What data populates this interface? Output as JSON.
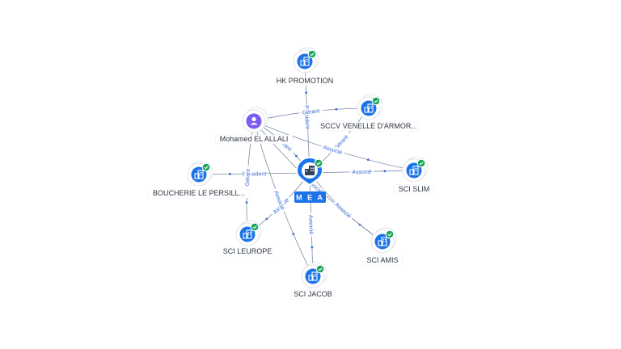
{
  "colors": {
    "edge": "#7d8aa6",
    "edge_label": "#3b6fd6",
    "company_icon": "#1a73e8",
    "person_icon": "#7b5cf0",
    "verified_badge": "#19a35a",
    "center_badge": "#1a73e8"
  },
  "center": {
    "label": "M E A",
    "icon": "company-icon"
  },
  "nodes": [
    {
      "id": "hk",
      "label": "HK PROMOTION",
      "type": "company",
      "verified": true
    },
    {
      "id": "sccv",
      "label": "SCCV VENELLE D'ARMOR...",
      "type": "company",
      "verified": true
    },
    {
      "id": "mohamed",
      "label": "Mohamed EL ALLALI",
      "type": "person",
      "verified": false
    },
    {
      "id": "slim",
      "label": "SCI SLIM",
      "type": "company",
      "verified": true
    },
    {
      "id": "boucherie",
      "label": "BOUCHERIE LE PERSILL...",
      "type": "company",
      "verified": true
    },
    {
      "id": "leurope",
      "label": "SCI LEUROPE",
      "type": "company",
      "verified": true
    },
    {
      "id": "amis",
      "label": "SCI AMIS",
      "type": "company",
      "verified": true
    },
    {
      "id": "jacob",
      "label": "SCI JACOB",
      "type": "company",
      "verified": true
    }
  ],
  "edges": [
    {
      "from": "center",
      "to": "hk",
      "label": "Président"
    },
    {
      "from": "center",
      "to": "sccv",
      "label": "Gérant"
    },
    {
      "from": "center",
      "to": "slim",
      "label": "Associé"
    },
    {
      "from": "center",
      "to": "boucherie",
      "label": "Président"
    },
    {
      "from": "center",
      "to": "leurope",
      "label": "Associé"
    },
    {
      "from": "center",
      "to": "amis",
      "label": "Associé"
    },
    {
      "from": "center",
      "to": "jacob",
      "label": "Associé"
    },
    {
      "from": "mohamed",
      "to": "center",
      "label": "Gérant"
    },
    {
      "from": "mohamed",
      "to": "sccv",
      "label": "Gérant"
    },
    {
      "from": "mohamed",
      "to": "slim",
      "label": "Associé"
    },
    {
      "from": "mohamed",
      "to": "leurope",
      "label": "Gérant"
    },
    {
      "from": "mohamed",
      "to": "jacob",
      "label": "Associé"
    },
    {
      "from": "mohamed",
      "to": "amis",
      "label": "Associé"
    }
  ]
}
